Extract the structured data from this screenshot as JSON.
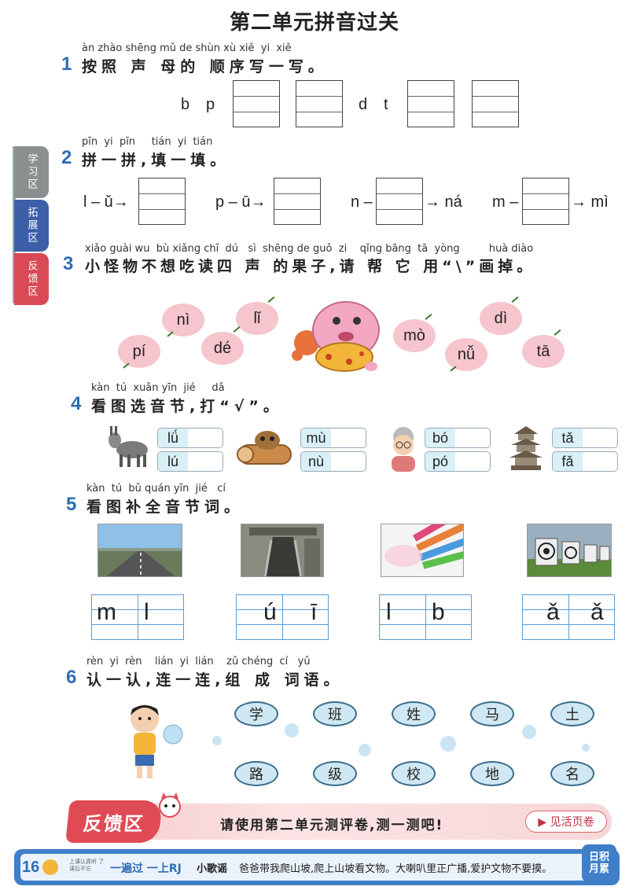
{
  "title": "第二单元拼音过关",
  "side_tabs": [
    "学习区",
    "拓展区",
    "反馈区"
  ],
  "q1": {
    "num": "1",
    "pinyin": "àn zhào shēng mǔ de shùn xù xiě  yi  xiě",
    "text": "按照 声 母的 顺序写一写。",
    "letters": [
      "b",
      "p",
      "d",
      "t"
    ]
  },
  "q2": {
    "num": "2",
    "pinyin": "pīn  yi  pīn     tián  yi  tián",
    "text": "拼一拼,填一填。",
    "items": [
      {
        "left": "l – ǔ→",
        "right": ""
      },
      {
        "left": "p – ū→",
        "right": ""
      },
      {
        "left": "n –",
        "right": "→ ná"
      },
      {
        "left": "m –",
        "right": "→ mì"
      }
    ]
  },
  "q3": {
    "num": "3",
    "pinyin": "xiǎo guài wu  bù xiǎng chī  dú   sì  shēng de guǒ  zi    qǐng bāng  tā  yòng         huà diào",
    "text": "小怪物不想吃读四 声 的果子,请 帮 它 用“\\”画掉。",
    "fruits": [
      "nì",
      "lǐ",
      "pí",
      "dé",
      "mò",
      "dì",
      "nǚ",
      "tā"
    ]
  },
  "q4": {
    "num": "4",
    "pinyin": "kàn  tú  xuǎn yīn  jié     dǎ",
    "text": "看图选音节,打“√”。",
    "groups": [
      {
        "icon": "donkey-icon",
        "options": [
          "lǘ",
          "lú"
        ]
      },
      {
        "icon": "log-animal-icon",
        "options": [
          "mù",
          "nù"
        ]
      },
      {
        "icon": "grandma-icon",
        "options": [
          "bó",
          "pó"
        ]
      },
      {
        "icon": "pagoda-icon",
        "options": [
          "tǎ",
          "fǎ"
        ]
      }
    ]
  },
  "q5": {
    "num": "5",
    "pinyin": "kàn  tú  bǔ quán yīn  jié   cí",
    "text": "看图补全音节词。",
    "photos": [
      "road-photo",
      "escalator-photo",
      "crayons-photo",
      "targets-photo"
    ],
    "grids": [
      {
        "a": "m",
        "b": "l"
      },
      {
        "a": "ú",
        "b": "ī"
      },
      {
        "a": "l",
        "b": "b"
      },
      {
        "a": "ǎ",
        "b": "ǎ"
      }
    ]
  },
  "q6": {
    "num": "6",
    "pinyin": "rèn  yi  rèn    lián  yi  lián    zǔ chéng  cí   yǔ",
    "text": "认一认,连一连,组 成 词语。",
    "top": [
      "学",
      "班",
      "姓",
      "马",
      "土"
    ],
    "bottom": [
      "路",
      "级",
      "校",
      "地",
      "名"
    ]
  },
  "feedback": {
    "label": "反馈区",
    "text": "请使用第二单元测评卷,测一测吧!",
    "button": "▶ 见活页卷"
  },
  "footer": {
    "page": "16",
    "brand": "一遍过 一上RJ",
    "tiny": "上课认真听 了课后不忘",
    "song_label": "小歌谣",
    "song": "爸爸带我爬山坡,爬上山坡看文物。大喇叭里正广播,爱护文物不要摸。",
    "corner": "日积 月累"
  },
  "colors": {
    "accent": "#2f6db3",
    "fruit": "#f6c5cd",
    "feedback": "#e04a55"
  }
}
